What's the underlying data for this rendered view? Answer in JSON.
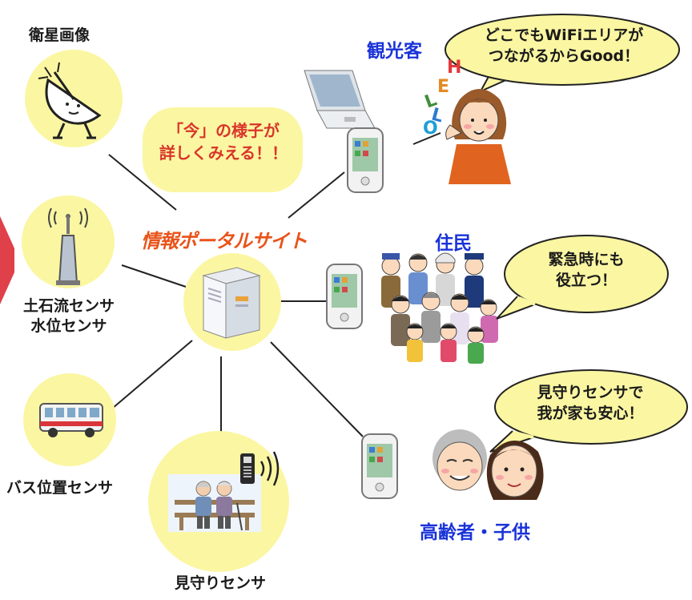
{
  "portal": {
    "title": "情報ポータルサイト",
    "icon": "server-icon"
  },
  "sensors": {
    "satellite": {
      "label": "衛星画像",
      "icon": "satellite-dish-icon"
    },
    "debris": {
      "label_lines": [
        "土石流センサ",
        "水位センサ"
      ],
      "icon": "antenna-tower-icon"
    },
    "bus": {
      "label": "バス位置センサ",
      "icon": "bus-icon"
    },
    "watch": {
      "label": "見守りセンサ",
      "icon": "elderly-couple-on-bench-icon"
    }
  },
  "note": {
    "lines": [
      "「今」の様子が",
      "詳しくみえる！！"
    ]
  },
  "groups": {
    "tourist": {
      "label": "観光客",
      "bubble_lines": [
        "どこでもWiFiエリアが",
        "つながるからGood！"
      ],
      "hello_letters": [
        "H",
        "E",
        "L",
        "L",
        "O"
      ]
    },
    "residents": {
      "label": "住民",
      "bubble_lines": [
        "緊急時にも",
        "役立つ！"
      ]
    },
    "elderly": {
      "label": "高齢者・子供",
      "bubble_lines": [
        "見守りセンサで",
        "我が家も安心！"
      ]
    }
  },
  "colors": {
    "circle_fill": "#fbf6a2",
    "portal_title": "#e8541a",
    "group_label": "#1a33d9",
    "note_text": "#d9352a",
    "note_fill": "#fbf6a2",
    "bubble_fill": "#fbf6a2",
    "side_shape": "#e0404a",
    "link_line": "#222222"
  }
}
